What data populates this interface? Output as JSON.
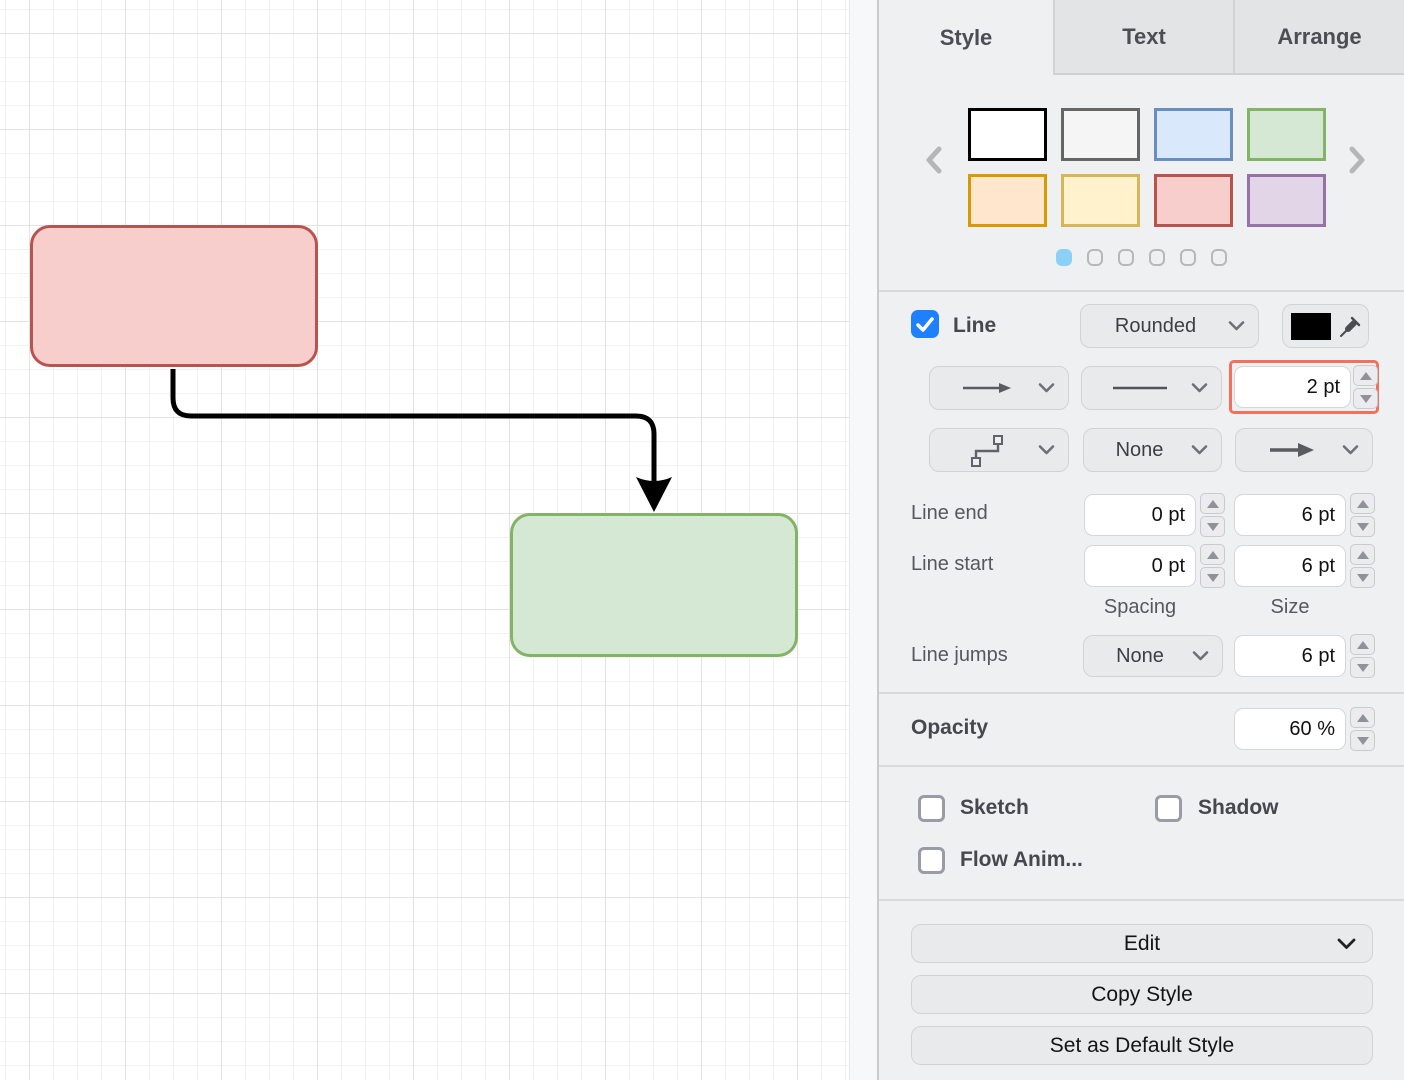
{
  "canvas": {
    "shapes": [
      {
        "name": "red-rounded-rectangle",
        "fill": "#F8CECC",
        "stroke": "#B85450"
      },
      {
        "name": "green-rounded-rectangle",
        "fill": "#D5E8D4",
        "stroke": "#82B366"
      }
    ],
    "connector": {
      "color": "#000000"
    }
  },
  "panel": {
    "tabs": [
      {
        "label": "Style",
        "active": true
      },
      {
        "label": "Text",
        "active": false
      },
      {
        "label": "Arrange",
        "active": false
      }
    ],
    "palette": {
      "swatches": [
        {
          "fill": "#FFFFFF",
          "border": "#000000"
        },
        {
          "fill": "#F5F5F5",
          "border": "#666666"
        },
        {
          "fill": "#DAE8FC",
          "border": "#6C8EBF"
        },
        {
          "fill": "#D5E8D4",
          "border": "#82B366"
        },
        {
          "fill": "#FFE6CC",
          "border": "#D79B00"
        },
        {
          "fill": "#FFF2CC",
          "border": "#D6B656"
        },
        {
          "fill": "#F8CECC",
          "border": "#B85450"
        },
        {
          "fill": "#E1D5E7",
          "border": "#9673A6"
        }
      ],
      "page_count": 6,
      "active_page": 1,
      "active_dot_color": "#8BD0F7"
    },
    "line": {
      "label": "Line",
      "checked": true,
      "checkbox_color": "#1E80FD",
      "corner_style_value": "Rounded",
      "stroke_color": "#000000",
      "width_value": "2 pt",
      "width_highlight_color": "#F3705E",
      "connection_value": "None"
    },
    "line_end": {
      "label": "Line end",
      "spacing": "0 pt",
      "size": "6 pt"
    },
    "line_start": {
      "label": "Line start",
      "spacing": "0 pt",
      "size": "6 pt"
    },
    "columns": {
      "spacing": "Spacing",
      "size": "Size"
    },
    "line_jumps": {
      "label": "Line jumps",
      "value": "None",
      "size": "6 pt"
    },
    "opacity": {
      "label": "Opacity",
      "value": "60 %"
    },
    "toggles": [
      {
        "label": "Sketch",
        "checked": false
      },
      {
        "label": "Shadow",
        "checked": false
      },
      {
        "label": "Flow Anim...",
        "checked": false
      }
    ],
    "actions": {
      "edit": "Edit",
      "copy_style": "Copy Style",
      "set_default": "Set as Default Style"
    }
  }
}
